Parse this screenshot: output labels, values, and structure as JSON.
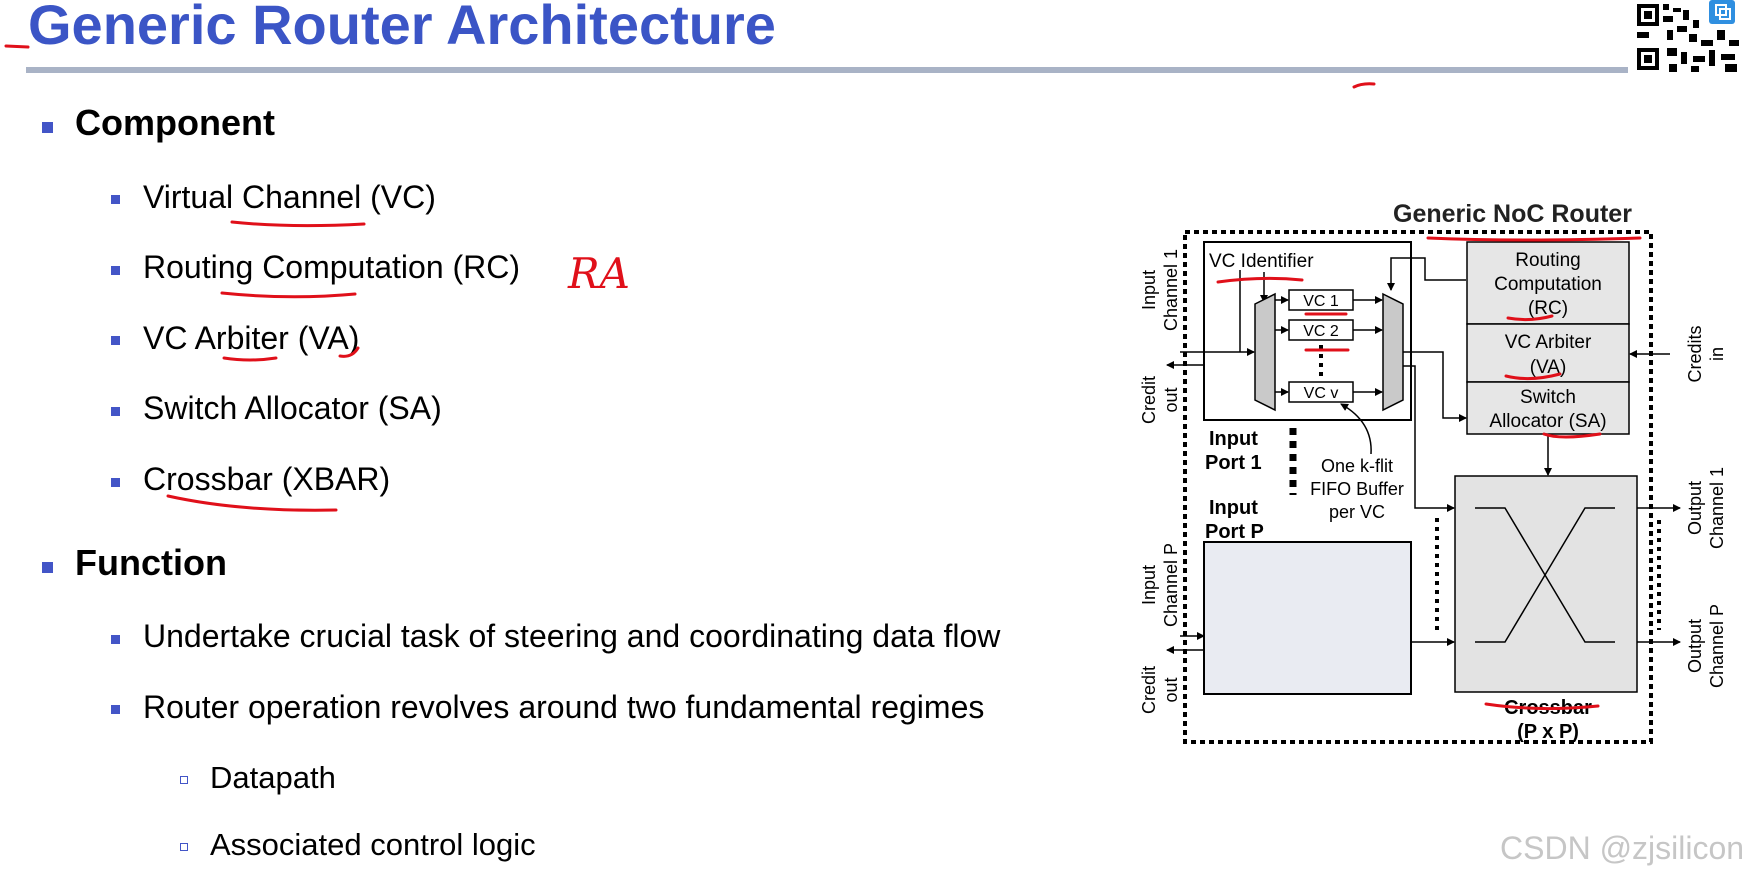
{
  "slide": {
    "title": "Generic Router Architecture",
    "sections": [
      {
        "heading": "Component",
        "items": [
          "Virtual Channel (VC)",
          "Routing Computation (RC)",
          "VC Arbiter (VA)",
          "Switch Allocator (SA)",
          "Crossbar (XBAR)"
        ]
      },
      {
        "heading": "Function",
        "items": [
          "Undertake crucial task of steering and coordinating data flow",
          "Router operation revolves around two fundamental regimes"
        ],
        "subitems": [
          "Datapath",
          "Associated control logic"
        ]
      }
    ],
    "handwritten_note": "RA",
    "watermark": "CSDN @zjsilicon"
  },
  "diagram": {
    "title": "Generic NoC Router",
    "vc_identifier": "VC Identifier",
    "vc_labels": [
      "VC 1",
      "VC 2",
      "VC v"
    ],
    "rc_lines": [
      "Routing",
      "Computation",
      "(RC)"
    ],
    "va_lines": [
      "VC Arbiter",
      "(VA)"
    ],
    "sa_lines": [
      "Switch",
      "Allocator (SA)"
    ],
    "input_port_1": [
      "Input",
      "Port 1"
    ],
    "input_port_p": [
      "Input",
      "Port P"
    ],
    "buffer_note": [
      "One k-flit",
      "FIFO Buffer",
      "per VC"
    ],
    "crossbar_lines": [
      "Crossbar",
      "(P x P)"
    ],
    "input_channel_1": [
      "Input",
      "Channel 1"
    ],
    "credit_out": [
      "Credit",
      "out"
    ],
    "input_channel_p": [
      "Input",
      "Channel P"
    ],
    "credits_in": [
      "Credits",
      "in"
    ],
    "output_channel_1": [
      "Output",
      "Channel 1"
    ],
    "output_channel_p": [
      "Output",
      "Channel P"
    ]
  },
  "colors": {
    "title": "#3b55c6",
    "bullet": "#4355c7",
    "ink": "#e0101a",
    "rule": "#a9b3c6"
  }
}
